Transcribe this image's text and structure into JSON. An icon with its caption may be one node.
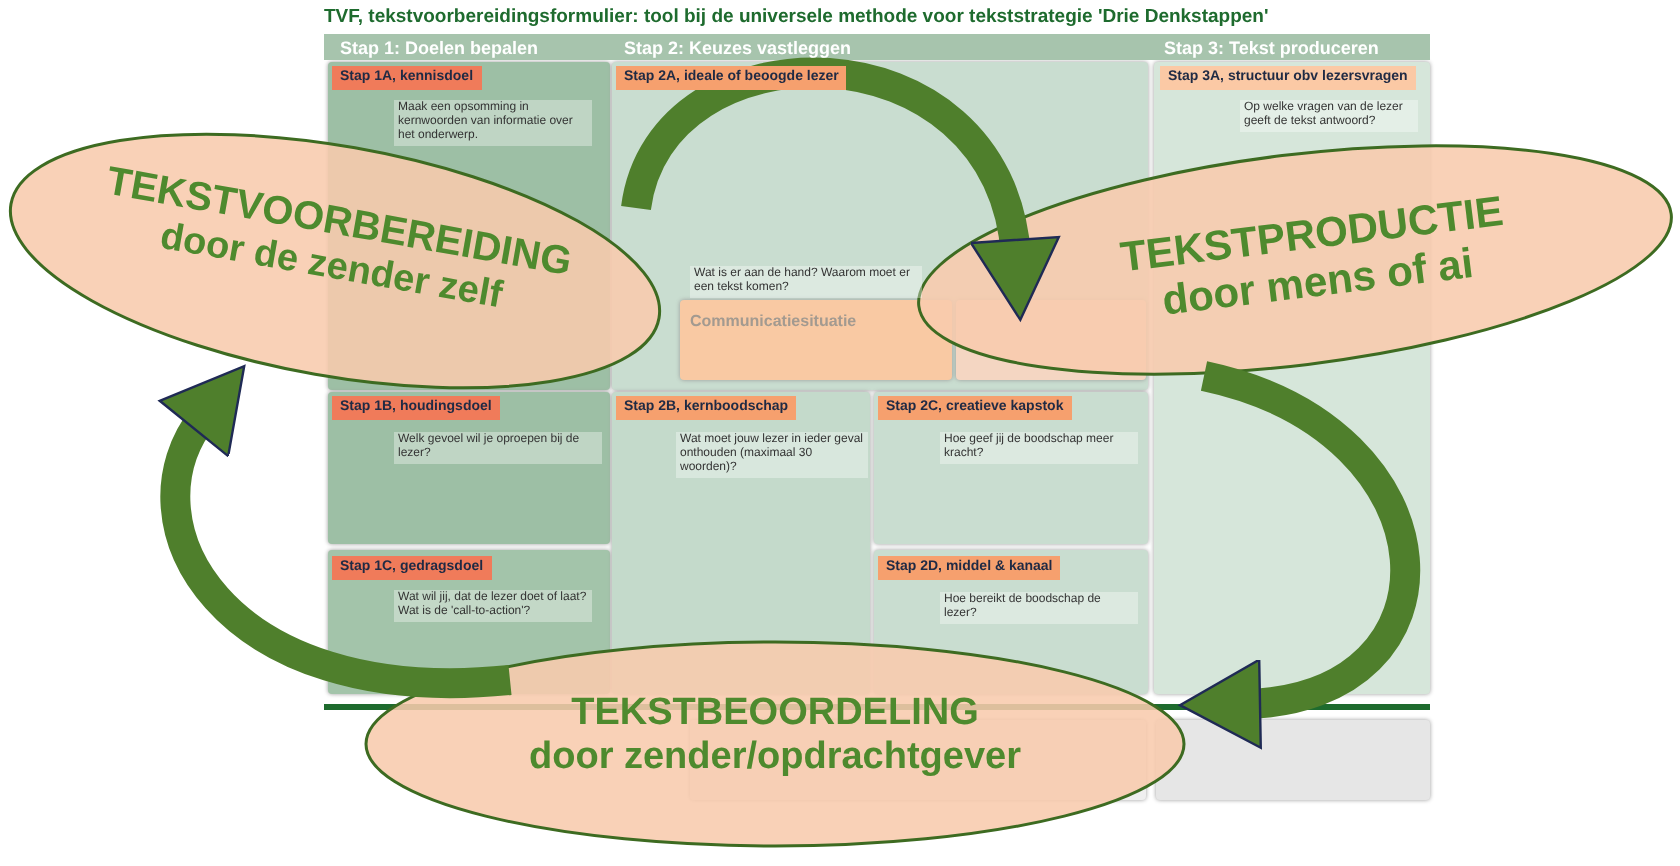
{
  "diagram": {
    "title": "TVF, tekstvoorbereidingsformulier: tool bij de universele methode voor tekststrategie 'Drie Denkstappen'",
    "nodes": [
      {
        "text": [
          "TEKSTVOORBEREIDING",
          "door de zender zelf"
        ]
      },
      {
        "text": [
          "TEKSTPRODUCTIE",
          "door mens of ai"
        ]
      },
      {
        "text": [
          "TEKSTBEOORDELING",
          "door zender/opdrachtgever"
        ]
      }
    ],
    "edges": [
      {
        "from": 0,
        "to": 1,
        "arrow": "to"
      },
      {
        "from": 1,
        "to": 2,
        "arrow": "to"
      },
      {
        "from": 2,
        "to": 0,
        "arrow": "to"
      }
    ],
    "labels": [
      "Stap 1: Doelen bepalen",
      "Stap 2: Keuzes vastleggen",
      "Stap 3: Tekst produceren",
      "Stap 1A, kennisdoel",
      "Maak een opsomming in kernwoorden van informatie over het onderwerp.",
      "Stap 2A, ideale of beoogde lezer",
      "Stap 3A, structuur obv lezersvragen",
      "Op welke vragen van de lezer geeft de tekst antwoord?",
      "Wat is er aan de hand? Waarom moet er een tekst komen?",
      "Communicatiesituatie",
      "Stap 1B, houdingsdoel",
      "Welk gevoel wil je oproepen bij de lezer?",
      "Stap 2B, kernboodschap",
      "Wat moet jouw lezer in ieder geval onthouden (maximaal 30 woorden)?",
      "Stap 2C, creatieve kapstok",
      "Hoe geef jij de boodschap meer kracht?",
      "Stap 1C, gedragsdoel",
      "Wat wil jij, dat de lezer doet of laat? Wat is de 'call-to-action'?",
      "Stap 2D, middel & kanaal",
      "Hoe bereikt de boodschap de lezer?"
    ]
  }
}
